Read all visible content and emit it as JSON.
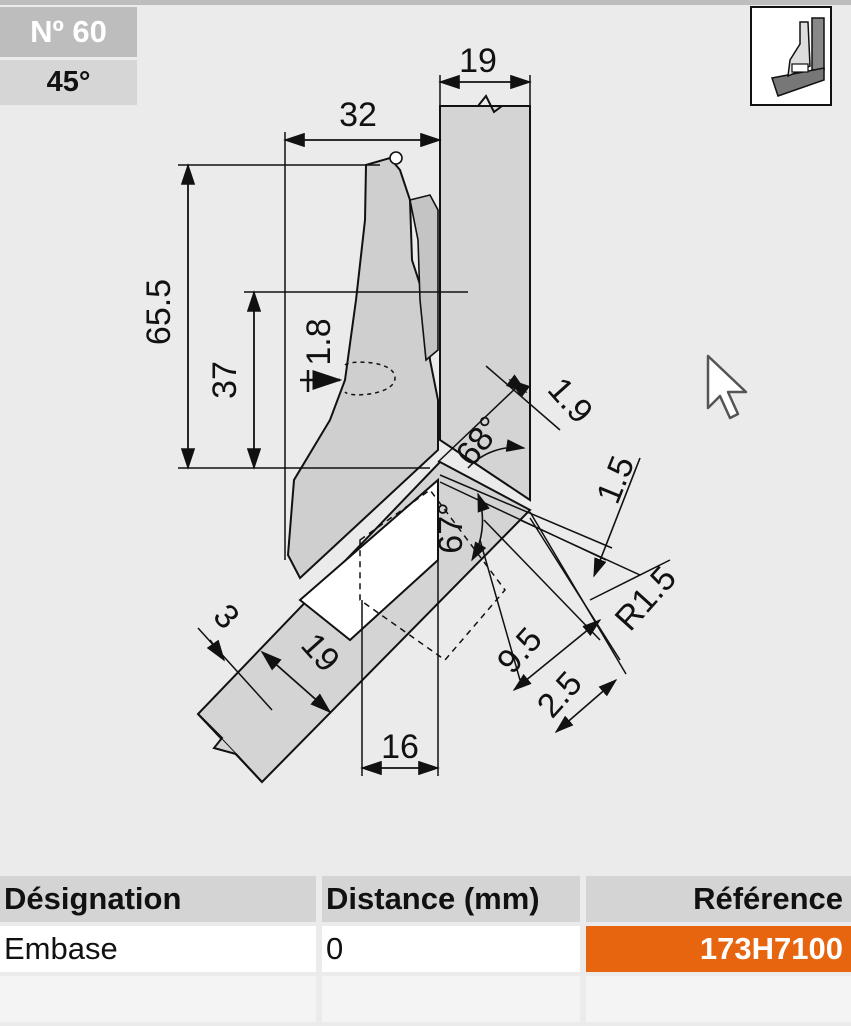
{
  "header": {
    "badge_number": "Nº 60",
    "badge_angle": "45°"
  },
  "drawing": {
    "icon": "hinge-thumbnail-icon",
    "dims": {
      "d19_top": "19",
      "d32": "32",
      "d65_5": "65.5",
      "d37": "37",
      "d1_8": "1.8",
      "d1_9": "1.9",
      "d68": "68°",
      "d1_5": "1.5",
      "d67": "67°",
      "dR1_5": "R1.5",
      "d9_5": "9.5",
      "d2_5": "2.5",
      "d3": "3",
      "d19_bottom": "19",
      "d16": "16"
    }
  },
  "table": {
    "headers": {
      "designation": "Désignation",
      "distance": "Distance (mm)",
      "reference": "Référence"
    },
    "rows": [
      {
        "designation": "Embase",
        "distance": "0",
        "reference": "173H7100"
      }
    ]
  },
  "colors": {
    "accent": "#e8650f",
    "header_bg": "#bdbdbd",
    "panel_fill": "#d6d6d6"
  }
}
